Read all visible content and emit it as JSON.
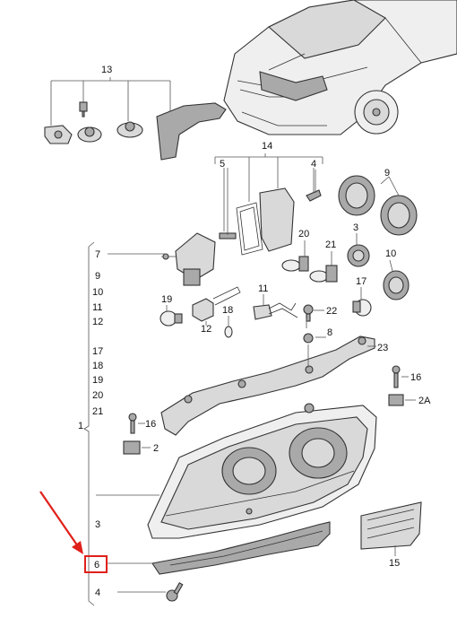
{
  "labels": {
    "p13": "13",
    "p14": "14",
    "p5": "5",
    "p4_top": "4",
    "p9_right": "9",
    "p20": "20",
    "p3_right": "3",
    "p21": "21",
    "p10_right": "10",
    "p7": "7",
    "p9": "9",
    "p10": "10",
    "p11": "11",
    "p12": "12",
    "p11_mid": "11",
    "p19_mid": "19",
    "p12_mid": "12",
    "p18_mid": "18",
    "p17_right": "17",
    "p22": "22",
    "p8": "8",
    "p23": "23",
    "p17": "17",
    "p18": "18",
    "p19": "19",
    "p20_list": "20",
    "p21_list": "21",
    "p16_right": "16",
    "p2a": "2A",
    "p1": "1",
    "p16_mid": "16",
    "p2": "2",
    "p3": "3",
    "p6": "6",
    "p15": "15",
    "p4_bottom": "4"
  },
  "colors": {
    "highlight": "#e0201b",
    "part_fill": "#d9d9d9",
    "dark_fill": "#a9a9a9",
    "line": "#555555"
  }
}
